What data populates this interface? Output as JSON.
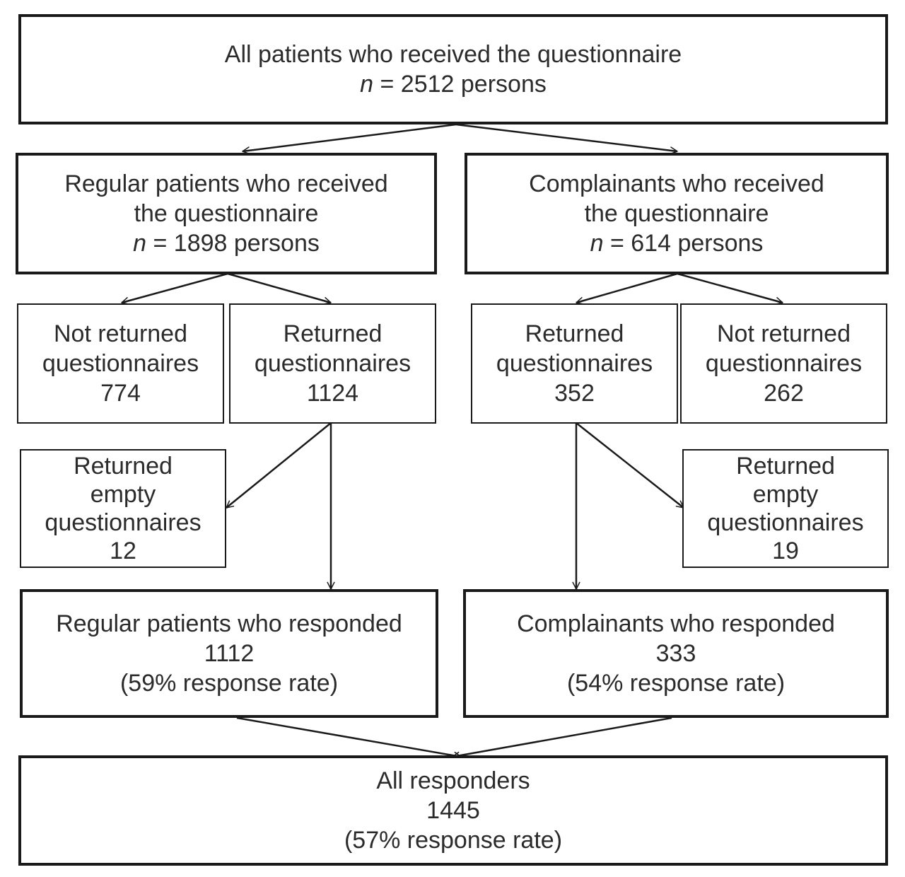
{
  "diagram": {
    "top": {
      "line1": "All patients who received the questionnaire",
      "n_var": "n",
      "n_rest": " = 2512 persons"
    },
    "regular": {
      "line1": "Regular patients who received",
      "line2": "the questionnaire",
      "n_var": "n",
      "n_rest": " = 1898 persons"
    },
    "complainants": {
      "line1": "Complainants who received",
      "line2": "the questionnaire",
      "n_var": "n",
      "n_rest": " = 614 persons"
    },
    "reg_not_returned": {
      "line1": "Not returned",
      "line2": "questionnaires",
      "value": "774"
    },
    "reg_returned": {
      "line1": "Returned",
      "line2": "questionnaires",
      "value": "1124"
    },
    "comp_returned": {
      "line1": "Returned",
      "line2": "questionnaires",
      "value": "352"
    },
    "comp_not_returned": {
      "line1": "Not returned",
      "line2": "questionnaires",
      "value": "262"
    },
    "reg_empty": {
      "line1": "Returned",
      "line2": "empty",
      "line3": "questionnaires",
      "value": "12"
    },
    "comp_empty": {
      "line1": "Returned",
      "line2": "empty",
      "line3": "questionnaires",
      "value": "19"
    },
    "reg_responded": {
      "line1": "Regular patients who responded",
      "value": "1112",
      "rate": "(59% response rate)"
    },
    "comp_responded": {
      "line1": "Complainants who responded",
      "value": "333",
      "rate": "(54% response rate)"
    },
    "all_responders": {
      "line1": "All responders",
      "value": "1445",
      "rate": "(57% response rate)"
    }
  }
}
